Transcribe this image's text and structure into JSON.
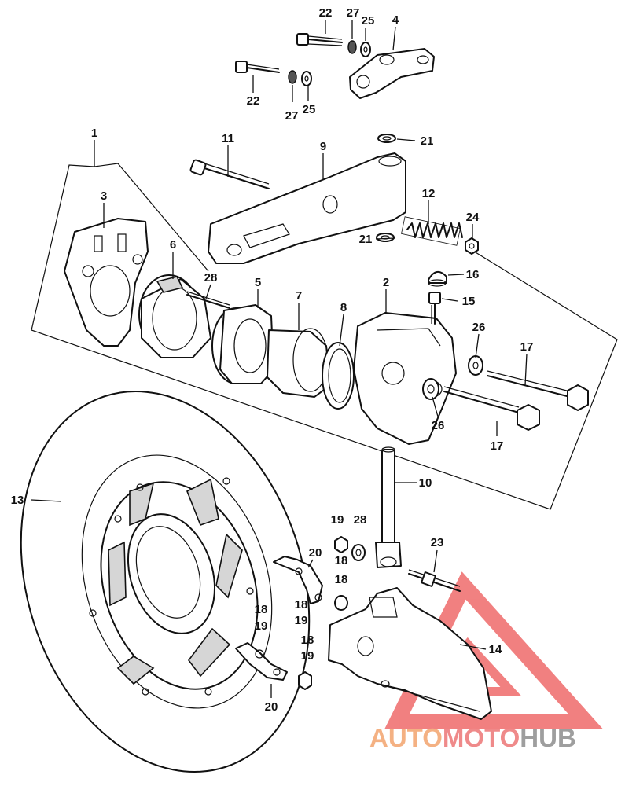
{
  "callouts": {
    "c1": "1",
    "c2": "2",
    "c3": "3",
    "c4": "4",
    "c5": "5",
    "c6": "6",
    "c7": "7",
    "c8": "8",
    "c9": "9",
    "c10": "10",
    "c11": "11",
    "c12": "12",
    "c13": "13",
    "c14": "14",
    "c15": "15",
    "c16": "16",
    "c17a": "17",
    "c17b": "17",
    "c18a": "18",
    "c18b": "18",
    "c18c": "18",
    "c18d": "18",
    "c18e": "18",
    "c19a": "19",
    "c19b": "19",
    "c19c": "19",
    "c19d": "19",
    "c20a": "20",
    "c20b": "20",
    "c21a": "21",
    "c21b": "21",
    "c22a": "22",
    "c22b": "22",
    "c23": "23",
    "c24": "24",
    "c25a": "25",
    "c25b": "25",
    "c26a": "26",
    "c26b": "26",
    "c27a": "27",
    "c27b": "27",
    "c28a": "28",
    "c28b": "28"
  },
  "watermark": {
    "part1": "AUTO",
    "part2": "MOTO",
    "part3": "HUB",
    "color_auto": "#f4b183",
    "color_moto": "#ef8a8a",
    "color_hub": "#9e9e9e",
    "triangle_color": "#ef6b6b"
  }
}
